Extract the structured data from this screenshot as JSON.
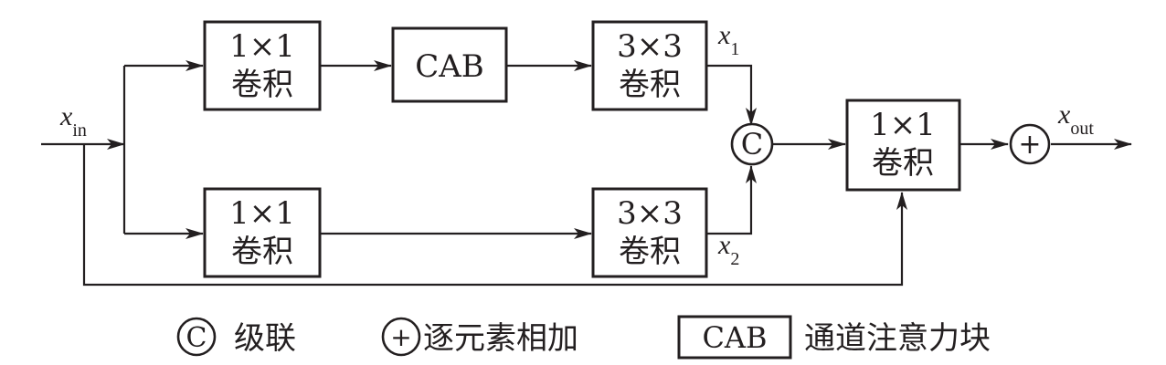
{
  "blocks": {
    "conv1x1_top": {
      "line1": "1×1",
      "line2": "卷积"
    },
    "cab": {
      "label": "CAB"
    },
    "conv3x3_top": {
      "line1": "3×3",
      "line2": "卷积"
    },
    "conv1x1_bottom": {
      "line1": "1×1",
      "line2": "卷积"
    },
    "conv3x3_bottom": {
      "line1": "3×3",
      "line2": "卷积"
    },
    "conv1x1_out": {
      "line1": "1×1",
      "line2": "卷积"
    }
  },
  "operators": {
    "concat": {
      "symbol": "C"
    },
    "add": {
      "symbol": "+"
    }
  },
  "signals": {
    "x_in": {
      "base": "x",
      "sub": "in"
    },
    "x_1": {
      "base": "x",
      "sub": "1"
    },
    "x_2": {
      "base": "x",
      "sub": "2"
    },
    "x_out": {
      "base": "x",
      "sub": "out"
    }
  },
  "legend": {
    "concat": {
      "symbol": "C",
      "label": "级联"
    },
    "add": {
      "symbol": "+",
      "label": "逐元素相加"
    },
    "cab": {
      "symbol": "CAB",
      "label": "通道注意力块"
    }
  }
}
